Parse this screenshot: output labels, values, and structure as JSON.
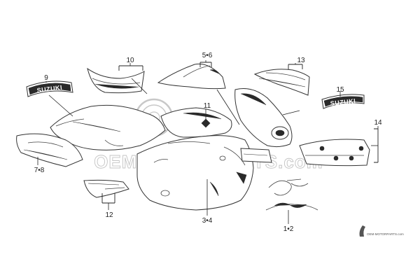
{
  "diagram": {
    "callouts": {
      "c9": "9",
      "c10": "10",
      "c5_6": "5•6",
      "c13": "13",
      "c15": "15",
      "c11": "11",
      "c14": "14",
      "c7_8": "7•8",
      "c12": "12",
      "c3_4": "3•4",
      "c1_2": "1•2"
    },
    "emblems": {
      "left_logo_text": "SUZUKI",
      "right_logo_text": "SUZUKI"
    },
    "watermark": {
      "main_text": "OEM MOTORPARTS.com",
      "small_text": "OEM-MOTORPARTS.com"
    },
    "colors": {
      "line": "#333333",
      "watermark": "#c4c4c4",
      "background": "#ffffff"
    }
  }
}
